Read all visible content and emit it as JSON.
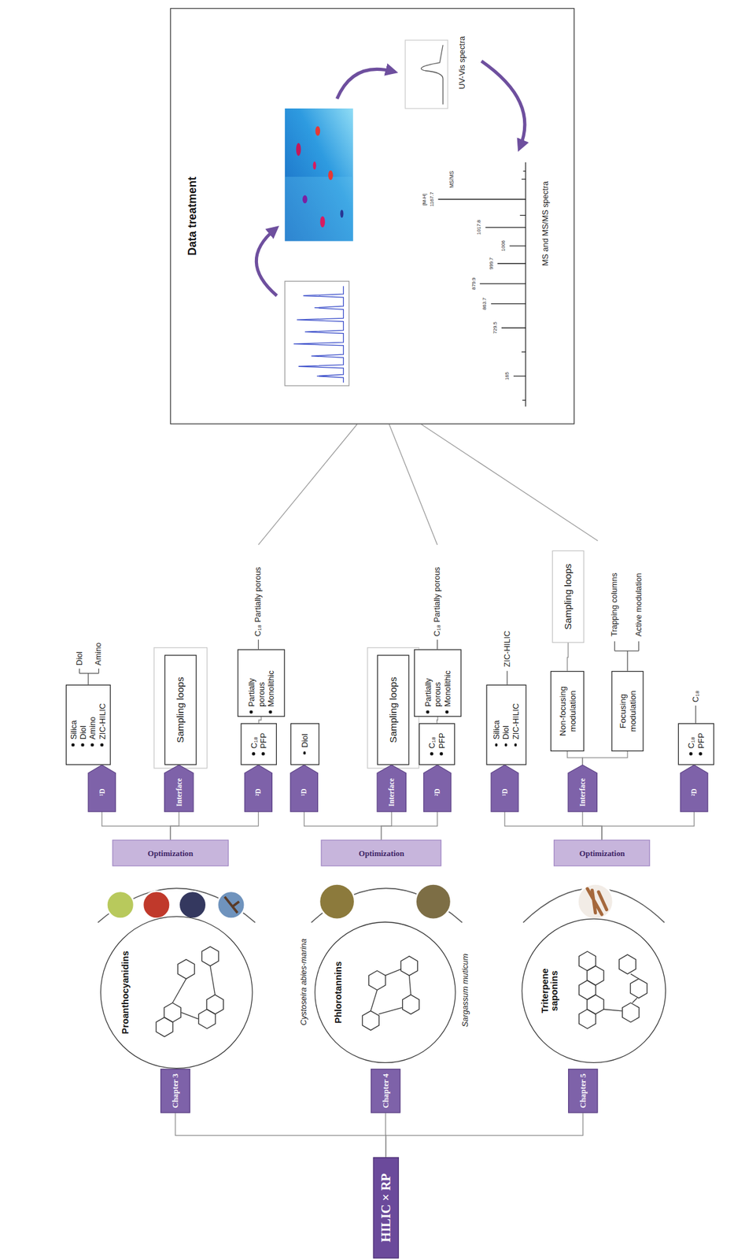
{
  "diagram": {
    "nodes": [
      {
        "text": [
          "HILIC × RP"
        ]
      },
      {
        "text": [
          "Chapter 3"
        ]
      },
      {
        "text": [
          "Proanthocyanidins"
        ]
      },
      {
        "text": [
          "Optimization"
        ]
      },
      {
        "text": [
          "¹D"
        ]
      },
      {
        "text": [
          "Silica",
          "Diol",
          "Amino",
          "ZIC-HILIC"
        ]
      },
      {
        "text": [
          "Interface"
        ]
      },
      {
        "text": [
          "Sampling loops"
        ]
      },
      {
        "text": [
          "²D"
        ]
      },
      {
        "text": [
          "C₁₈",
          "PFP"
        ]
      },
      {
        "text": [
          "Partially porous",
          "Monolithic"
        ]
      },
      {
        "text": [
          "Chapter 4"
        ]
      },
      {
        "text": [
          "Phlorotannins"
        ]
      },
      {
        "text": [
          "Optimization"
        ]
      },
      {
        "text": [
          "¹D"
        ]
      },
      {
        "text": [
          "Diol"
        ]
      },
      {
        "text": [
          "Interface"
        ]
      },
      {
        "text": [
          "Sampling loops"
        ]
      },
      {
        "text": [
          "²D"
        ]
      },
      {
        "text": [
          "C₁₈",
          "PFP"
        ]
      },
      {
        "text": [
          "Partially porous",
          "Monolithic"
        ]
      },
      {
        "text": [
          "Chapter 5"
        ]
      },
      {
        "text": [
          "Triterpene saponins"
        ]
      },
      {
        "text": [
          "Optimization"
        ]
      },
      {
        "text": [
          "¹D"
        ]
      },
      {
        "text": [
          "Silica",
          "Diol",
          "ZIC-HILIC"
        ]
      },
      {
        "text": [
          "Interface"
        ]
      },
      {
        "text": [
          "Non-focusing modulation"
        ]
      },
      {
        "text": [
          "Sampling loops"
        ]
      },
      {
        "text": [
          "Focusing modulation"
        ]
      },
      {
        "text": [
          "²D"
        ]
      },
      {
        "text": [
          "C₁₈",
          "PFP"
        ]
      },
      {
        "text": [
          "Data treatment"
        ]
      }
    ],
    "edges": [
      {
        "from": 0,
        "to": 1,
        "arrow": "none"
      },
      {
        "from": 0,
        "to": 11,
        "arrow": "none"
      },
      {
        "from": 0,
        "to": 21,
        "arrow": "none"
      },
      {
        "from": 3,
        "to": 4,
        "arrow": "none"
      },
      {
        "from": 3,
        "to": 6,
        "arrow": "none"
      },
      {
        "from": 3,
        "to": 8,
        "arrow": "none"
      },
      {
        "from": 13,
        "to": 14,
        "arrow": "none"
      },
      {
        "from": 13,
        "to": 16,
        "arrow": "none"
      },
      {
        "from": 13,
        "to": 18,
        "arrow": "none"
      },
      {
        "from": 23,
        "to": 24,
        "arrow": "none"
      },
      {
        "from": 23,
        "to": 26,
        "arrow": "none"
      },
      {
        "from": 23,
        "to": 30,
        "arrow": "none"
      },
      {
        "from": 9,
        "to": 10,
        "arrow": "none"
      },
      {
        "from": 19,
        "to": 20,
        "arrow": "none"
      },
      {
        "from": 26,
        "to": 27,
        "arrow": "none"
      },
      {
        "from": 26,
        "to": 29,
        "arrow": "none"
      },
      {
        "from": 27,
        "to": 28,
        "arrow": "none"
      }
    ],
    "labels": [
      "Diol",
      "Amino",
      "C₁₈ Partially porous",
      "Cystoseira abies-marina",
      "Sargassum muticum",
      "C₁₈ Partially porous",
      "ZIC-HILIC",
      "Trapping columns",
      "Active modulation",
      "C₁₈",
      "UV-Vis spectra",
      "MS and MS/MS spectra",
      "[M-H]",
      "MS/MS",
      "1167.7",
      "1017.8",
      "999.7",
      "1006",
      "879.9",
      "863.7",
      "729.5",
      "165"
    ]
  }
}
